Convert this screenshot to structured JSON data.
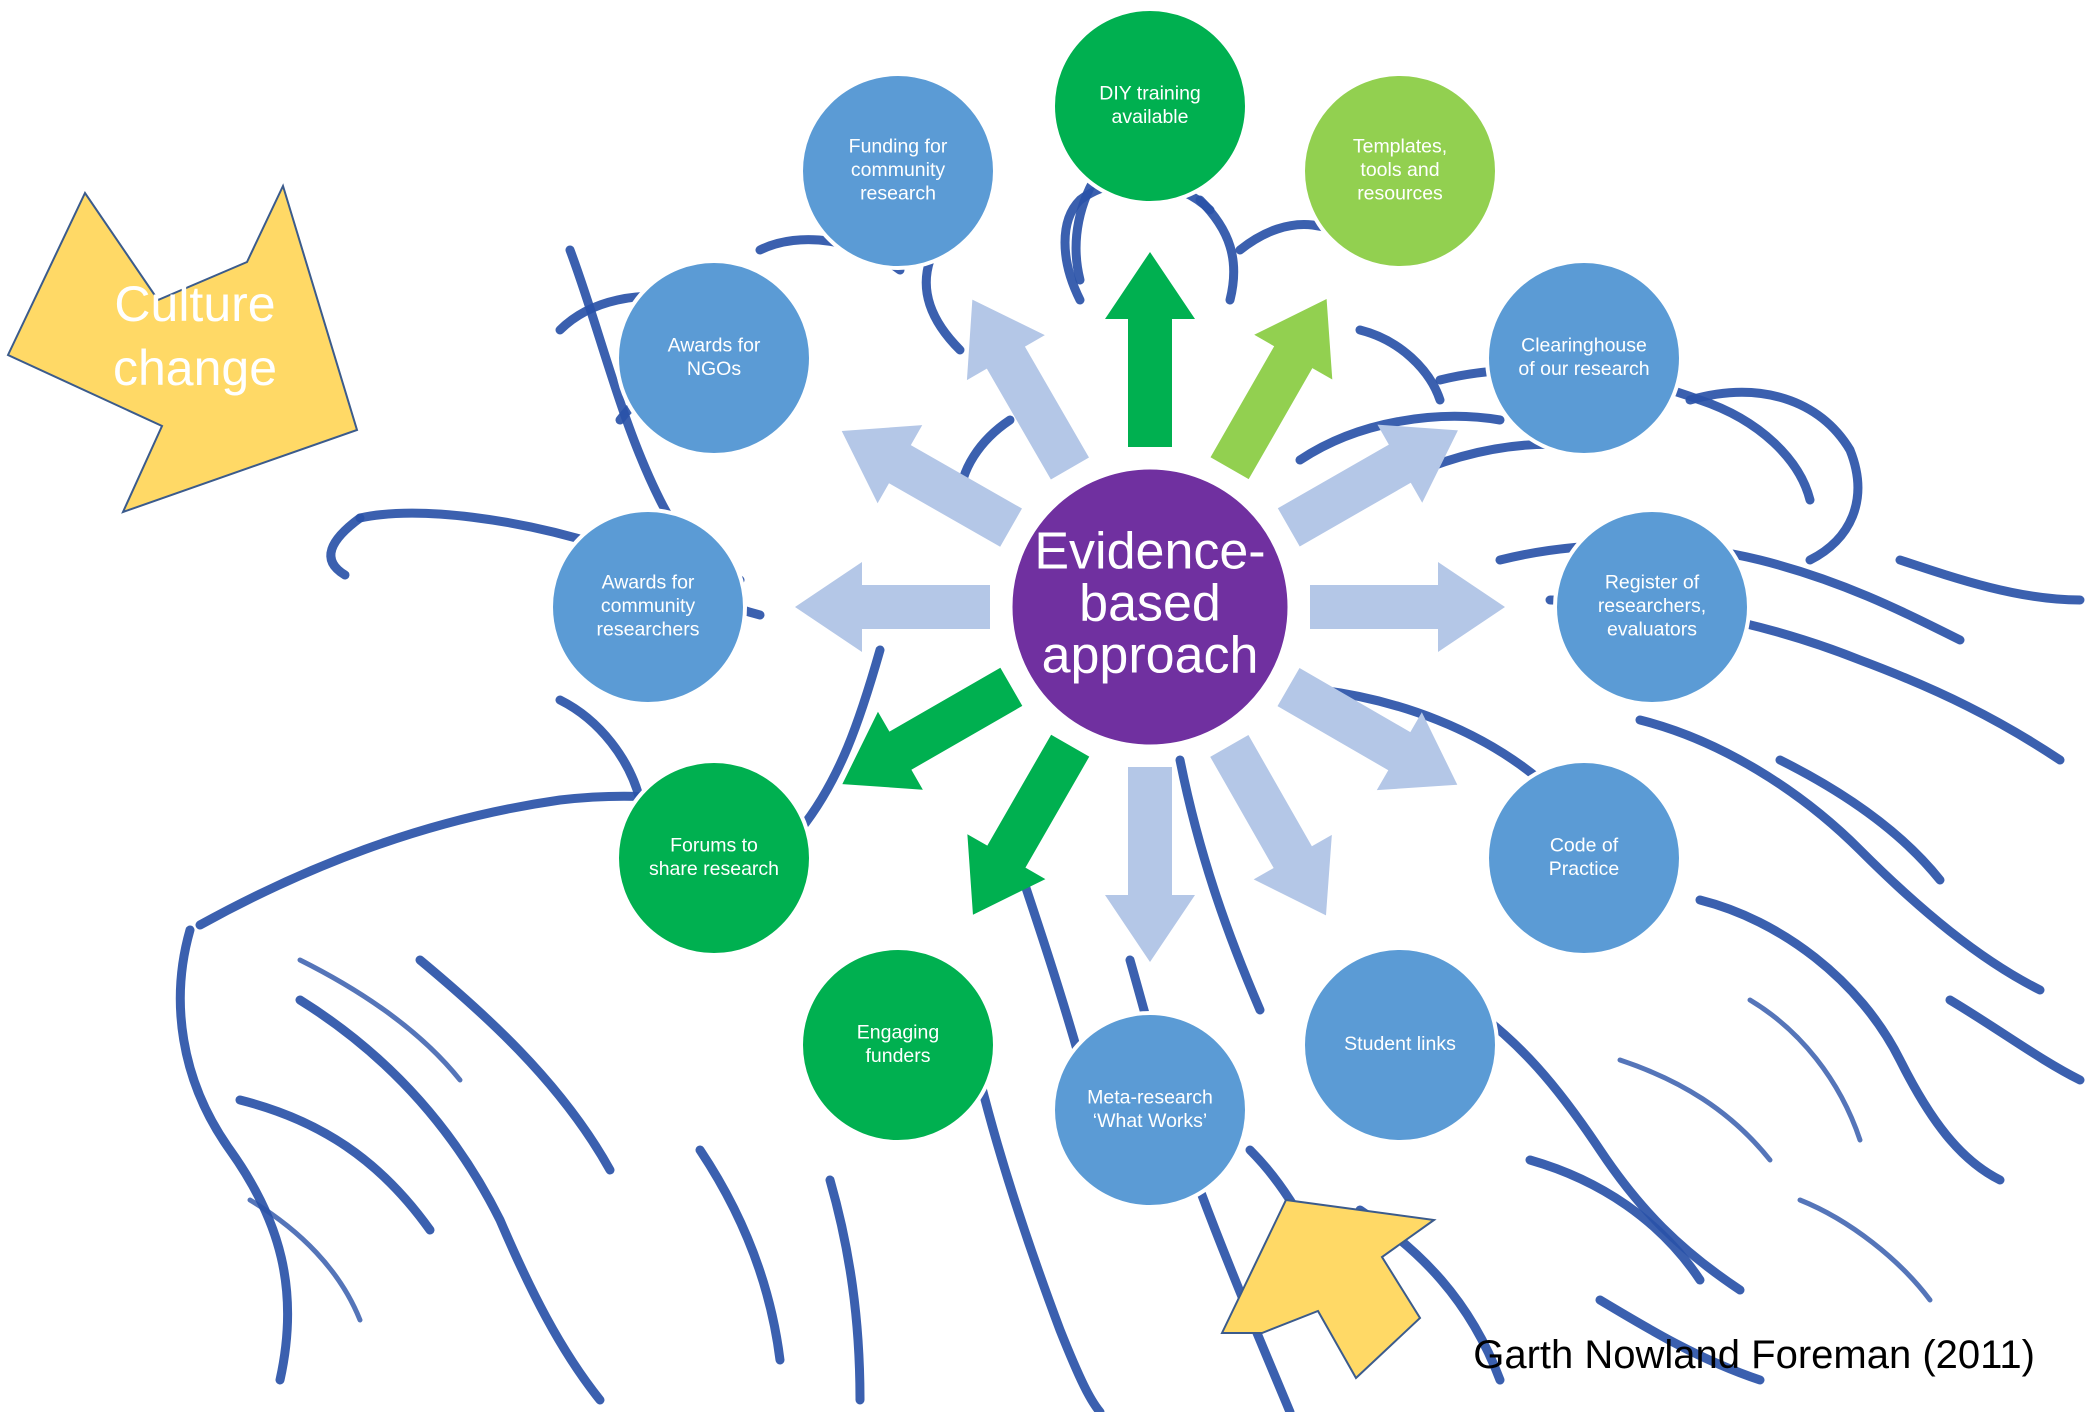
{
  "center": {
    "lines": [
      "Evidence-",
      "based",
      "approach"
    ],
    "color": "#7030a0"
  },
  "nodes": [
    {
      "id": "diy-training",
      "lines": [
        "DIY training",
        "available"
      ],
      "color": "#00b050",
      "arrow": "#00b050"
    },
    {
      "id": "templates-tools",
      "lines": [
        "Templates,",
        "tools and",
        "resources"
      ],
      "color": "#92d050",
      "arrow": "#92d050"
    },
    {
      "id": "clearinghouse",
      "lines": [
        "Clearinghouse",
        "of our research"
      ],
      "color": "#5b9bd5",
      "arrow": "#b4c7e7"
    },
    {
      "id": "register",
      "lines": [
        "Register of",
        "researchers,",
        "evaluators"
      ],
      "color": "#5b9bd5",
      "arrow": "#b4c7e7"
    },
    {
      "id": "code-of-practice",
      "lines": [
        "Code of",
        "Practice"
      ],
      "color": "#5b9bd5",
      "arrow": "#b4c7e7"
    },
    {
      "id": "student-links",
      "lines": [
        "Student links"
      ],
      "color": "#5b9bd5",
      "arrow": "#b4c7e7"
    },
    {
      "id": "meta-research",
      "lines": [
        "Meta-research",
        "‘What Works’"
      ],
      "color": "#5b9bd5",
      "arrow": "#b4c7e7"
    },
    {
      "id": "engaging-funders",
      "lines": [
        "Engaging",
        "funders"
      ],
      "color": "#00b050",
      "arrow": "#00b050"
    },
    {
      "id": "forums",
      "lines": [
        "Forums to",
        "share research"
      ],
      "color": "#00b050",
      "arrow": "#00b050"
    },
    {
      "id": "awards-community-researchers",
      "lines": [
        "Awards for",
        "community",
        "researchers"
      ],
      "color": "#5b9bd5",
      "arrow": "#b4c7e7"
    },
    {
      "id": "awards-ngos",
      "lines": [
        "Awards for",
        "NGOs"
      ],
      "color": "#5b9bd5",
      "arrow": "#b4c7e7"
    },
    {
      "id": "funding-community-research",
      "lines": [
        "Funding for",
        "community",
        "research"
      ],
      "color": "#5b9bd5",
      "arrow": "#b4c7e7"
    }
  ],
  "culture": {
    "lines": [
      "Culture",
      "change"
    ],
    "color": "#ffd966"
  },
  "credit": "Garth Nowland Foreman (2011)",
  "background": {
    "ink_color": "#2a52a8"
  }
}
